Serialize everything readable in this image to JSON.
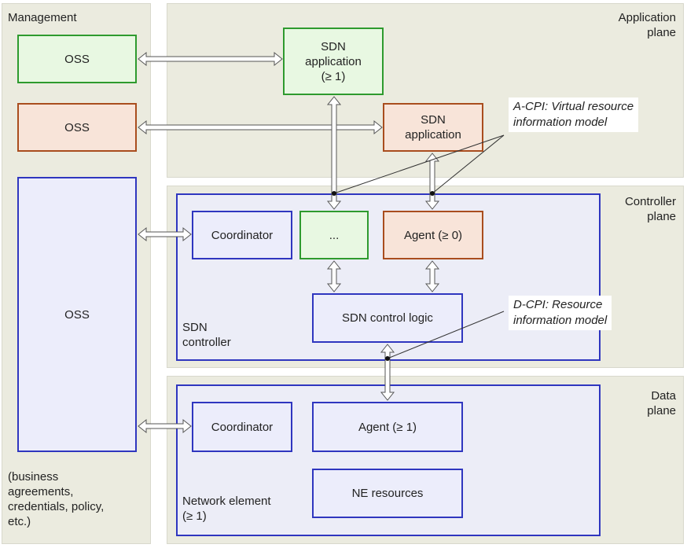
{
  "planes": {
    "management": "Management",
    "application": "Application\nplane",
    "controller": "Controller\nplane",
    "data": "Data\nplane"
  },
  "management": {
    "oss_1": "OSS",
    "oss_2": "OSS",
    "oss_main": "OSS",
    "note": "(business\nagreements,\ncredentials, policy,\netc.)"
  },
  "application": {
    "sdn_app_1": "SDN\napplication\n(≥ 1)",
    "sdn_app_2": "SDN\napplication"
  },
  "controller": {
    "coordinator": "Coordinator",
    "ellipsis": "...",
    "agent": "Agent (≥ 0)",
    "control_logic": "SDN control logic",
    "name": "SDN\ncontroller"
  },
  "data_plane": {
    "coordinator": "Coordinator",
    "agent": "Agent (≥ 1)",
    "ne_resources": "NE resources",
    "name": "Network element\n(≥ 1)"
  },
  "callouts": {
    "a_cpi": "A-CPI: Virtual resource\ninformation model",
    "d_cpi": "D-CPI: Resource\ninformation model"
  },
  "colors": {
    "green_border": "#2e9a2e",
    "orange_border": "#a94d1e",
    "blue_border": "#2f36bf",
    "panel": "#ebebdf"
  }
}
